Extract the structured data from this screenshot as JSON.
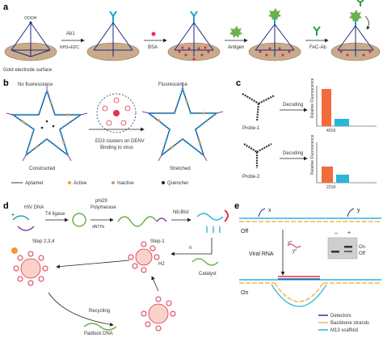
{
  "panels": {
    "a": {
      "label": "a",
      "electrode_label": "Gold electrode surface",
      "top_label": "OOOH",
      "steps": [
        "Ab1",
        "NHS+EDC",
        "BSA",
        "Antigen",
        "FeC-Ab"
      ]
    },
    "b": {
      "label": "b",
      "left_title": "No fluorescence",
      "right_title": "Fluorescence",
      "left_caption": "Constructed",
      "middle_caption": "ED3 clusters on DENV",
      "middle_arrow_label": "Binding to virus",
      "right_caption": "Stretched",
      "legend": [
        "Aptamer",
        "Active",
        "Inactive",
        "Quencher"
      ]
    },
    "c": {
      "label": "c",
      "probes": [
        {
          "name": "Probe-1",
          "arrow": "Decoding",
          "yaxis": "Relative Fluorescence",
          "code": "4018"
        },
        {
          "name": "Probe-2",
          "arrow": "Decoding",
          "yaxis": "Relative Fluorescence",
          "code": "2218"
        }
      ]
    },
    "d": {
      "label": "d",
      "hiv": "HIV DNA",
      "t4": "T4 ligase",
      "phi": "phi29",
      "poly": "Polymerase",
      "dntps": "dNTPs",
      "nb": "Nb.BtsI",
      "step234": "Step 2,3,4",
      "step1": "Step-1",
      "h2": "H2",
      "catalyst": "Catalyst",
      "recycling": "Recycling",
      "padlock": "Padlock DNA",
      "n_label": "n"
    },
    "e": {
      "label": "e",
      "x": "x",
      "y": "y",
      "off": "Off",
      "on": "On",
      "viral": "Viral RNA",
      "xstar": "x*",
      "ystar": "y*",
      "gel_minus": "–",
      "gel_plus": "+",
      "gel_on": "On",
      "gel_off": "Off",
      "legend": [
        "Detectors",
        "Backbone strands",
        "M13 scaffold"
      ]
    }
  },
  "colors": {
    "electrode": "#c9ab8b",
    "antibody": "#1aa2c7",
    "antigen": "#6bb24a",
    "bsa": "#e0314d",
    "aptamer": "#8a3fa0",
    "active": "#f29a2e",
    "quencher": "#222222",
    "bar_orange": "#f26b3a",
    "bar_cyan": "#29b6d8",
    "scaffold": "#29b6d8",
    "backbone": "#f2b84a",
    "detector": "#283a8c"
  }
}
